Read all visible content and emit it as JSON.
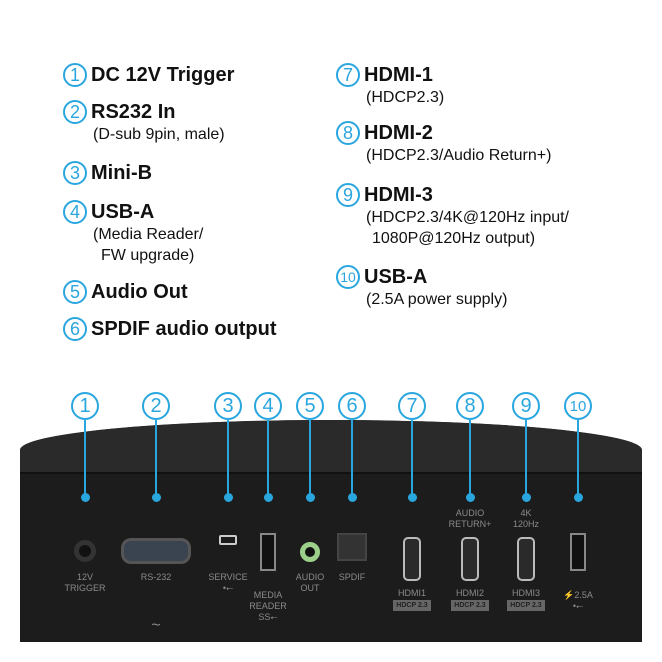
{
  "legend_left": [
    {
      "n": "1",
      "title": "DC 12V Trigger",
      "sub": []
    },
    {
      "n": "2",
      "title": "RS232 In",
      "sub": [
        "(D-sub 9pin, male)"
      ]
    },
    {
      "n": "3",
      "title": "Mini-B",
      "sub": []
    },
    {
      "n": "4",
      "title": "USB-A",
      "sub": [
        "(Media Reader/",
        "FW upgrade)"
      ]
    },
    {
      "n": "5",
      "title": "Audio Out",
      "sub": []
    },
    {
      "n": "6",
      "title": "SPDIF audio output",
      "sub": []
    }
  ],
  "legend_right": [
    {
      "n": "7",
      "title": "HDMI-1",
      "sub": [
        "(HDCP2.3)"
      ]
    },
    {
      "n": "8",
      "title": "HDMI-2",
      "sub": [
        "(HDCP2.3/Audio Return+)"
      ]
    },
    {
      "n": "9",
      "title": "HDMI-3",
      "sub": [
        "(HDCP2.3/4K@120Hz input/",
        "1080P@120Hz output)"
      ]
    },
    {
      "n": "10",
      "title": "USB-A",
      "sub": [
        "(2.5A power supply)"
      ]
    }
  ],
  "ports": [
    {
      "n": "1",
      "label": [
        "12V",
        "TRIGGER"
      ]
    },
    {
      "n": "2",
      "label": [
        "RS-232"
      ]
    },
    {
      "n": "3",
      "label": [
        "SERVICE"
      ]
    },
    {
      "n": "4",
      "label": [
        "MEDIA",
        "READER"
      ]
    },
    {
      "n": "5",
      "label": [
        "AUDIO",
        "OUT"
      ]
    },
    {
      "n": "6",
      "label": [
        "SPDIF"
      ]
    },
    {
      "n": "7",
      "label": [
        "HDMI1"
      ],
      "badge": "HDCP 2.3"
    },
    {
      "n": "8",
      "label": [
        "HDMI2"
      ],
      "badge": "HDCP 2.3",
      "top": [
        "AUDIO",
        "RETURN+"
      ]
    },
    {
      "n": "9",
      "label": [
        "HDMI3"
      ],
      "badge": "HDCP 2.3",
      "top": [
        "4K",
        "120Hz"
      ]
    },
    {
      "n": "10",
      "label": [
        "⚡2.5A"
      ]
    }
  ],
  "misc": {
    "ss_mark": "SS",
    "ac_mark": "~"
  },
  "colors": {
    "accent": "#2aa6df",
    "panel": "#1c1c1c"
  }
}
